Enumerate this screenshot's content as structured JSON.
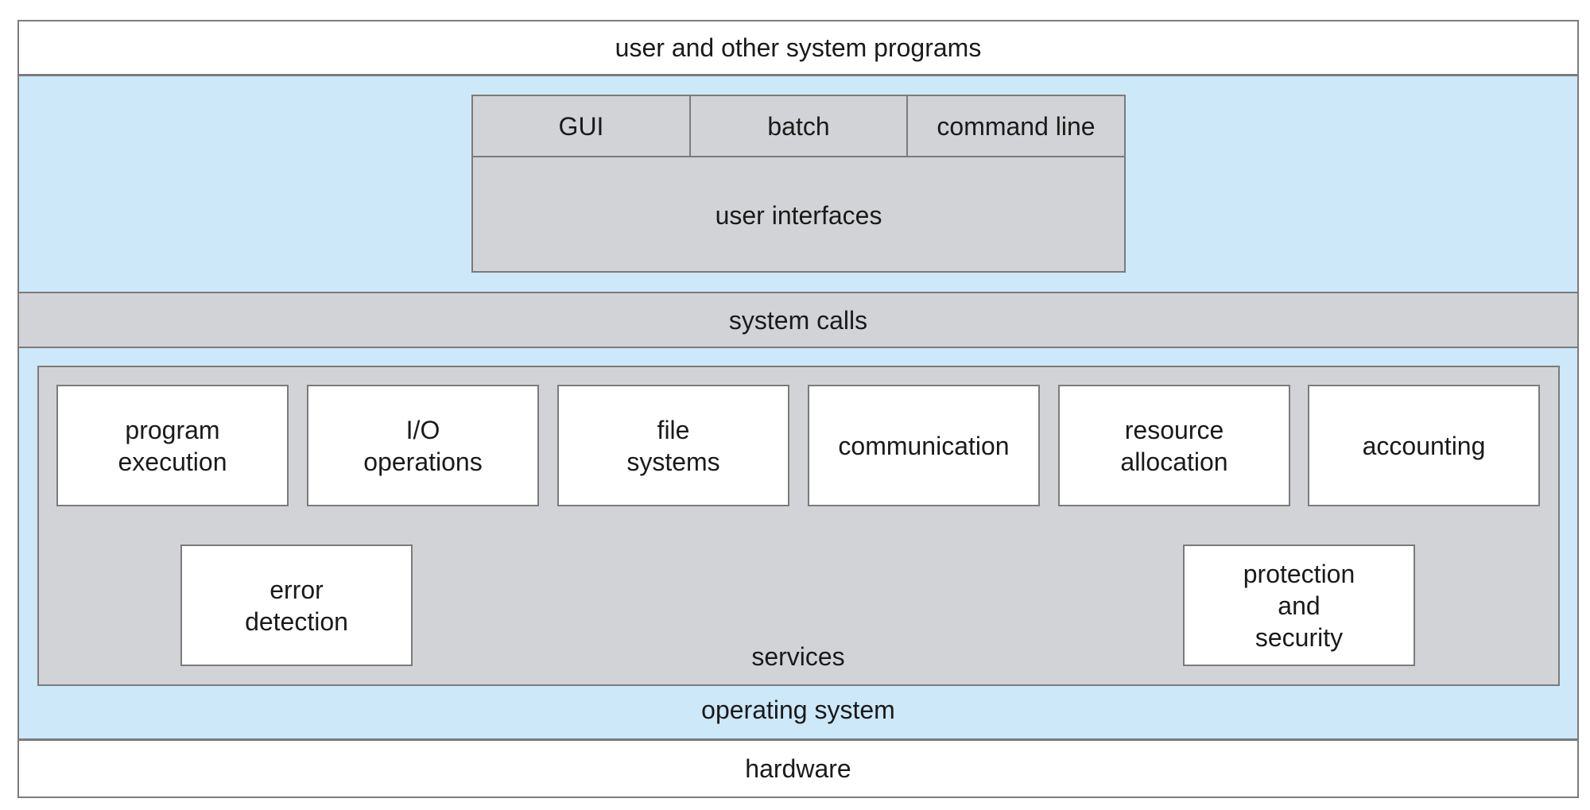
{
  "layers": {
    "top": "user and other system programs",
    "user_interface_options": [
      "GUI",
      "batch",
      "command line"
    ],
    "user_interfaces": "user interfaces",
    "system_calls": "system calls",
    "services": "services",
    "operating_system": "operating system",
    "hardware": "hardware"
  },
  "services_row1": [
    "program\nexecution",
    "I/O\noperations",
    "file\nsystems",
    "communication",
    "resource\nallocation",
    "accounting"
  ],
  "services_row2": [
    "error\ndetection",
    "protection\nand\nsecurity"
  ],
  "colors": {
    "os_band": "#cde8f8",
    "gray_box": "#d2d3d6",
    "border": "#7b7b7b"
  }
}
